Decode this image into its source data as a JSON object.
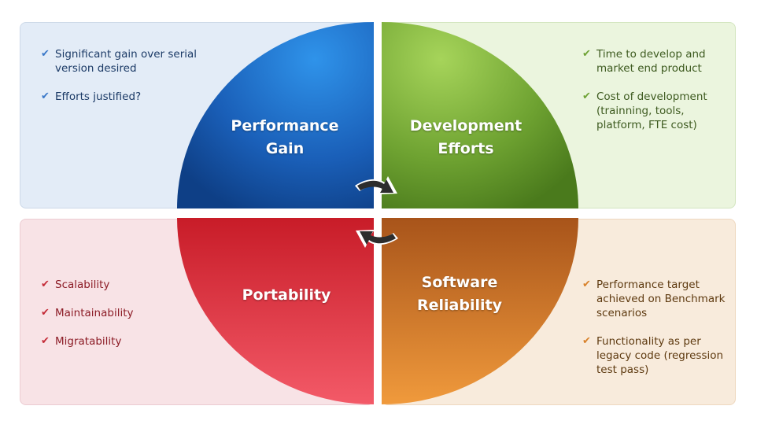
{
  "quadrants": {
    "top_left": {
      "title_lines": [
        "Performance",
        "Gain"
      ],
      "bullets": [
        "Significant gain over serial version desired",
        "Efforts justified?"
      ]
    },
    "top_right": {
      "title_lines": [
        "Development",
        "Efforts"
      ],
      "bullets": [
        "Time to develop and market end product",
        "Cost of development (trainning, tools, platform, FTE cost)"
      ]
    },
    "bottom_left": {
      "title_lines": [
        "Portability"
      ],
      "bullets": [
        "Scalability",
        "Maintainability",
        "Migratability"
      ]
    },
    "bottom_right": {
      "title_lines": [
        "Software",
        "Reliability"
      ],
      "bullets": [
        "Performance target achieved on Benchmark scenarios",
        "Functionality as per legacy code (regression test pass)"
      ]
    }
  },
  "colors": {
    "blue": "#1f6fce",
    "green": "#7db43a",
    "red": "#d92a3a",
    "orange": "#e38a2b",
    "arrow": "#2d2d2d"
  },
  "icons": {
    "bullet": "check-icon",
    "cycle_arrow": "curved-arrow-icon"
  },
  "bullet_glyph": "✔"
}
